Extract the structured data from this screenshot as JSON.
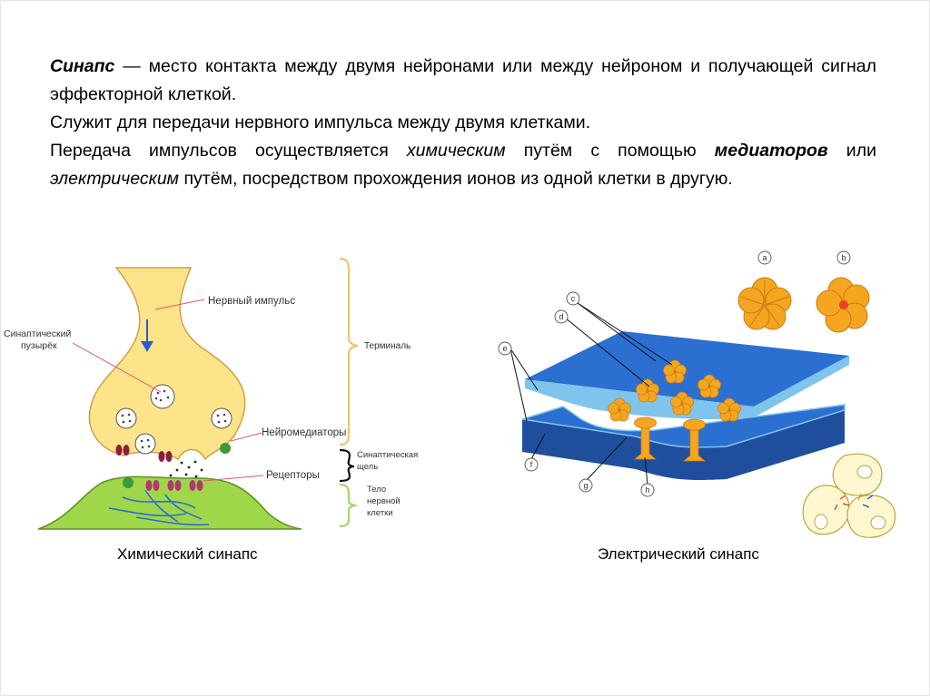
{
  "paragraphs": {
    "p1": {
      "term": "Синапс",
      "rest": " — место контакта между двумя нейронами или между нейроном и получающей сигнал эффекторной клеткой."
    },
    "p2": {
      "text": "Служит для передачи нервного импульса между двумя клетками."
    },
    "p3": {
      "a": "Передача импульсов осуществляется ",
      "b": "химическим",
      "c": " путём с помощью ",
      "d": "медиаторов",
      "e": " или ",
      "f": "электрическим",
      "g": " путём, посредством прохождения ионов из одной клетки в другую."
    }
  },
  "chemical": {
    "caption": "Химический синапс",
    "labels": {
      "impulse": "Нервный импульс",
      "vesicle_1": "Синаптический",
      "vesicle_2": "пузырёк",
      "terminal": "Терминаль",
      "neurotransmitters": "Нейромедиаторы",
      "cleft_1": "Синаптическая",
      "cleft_2": "щель",
      "receptors": "Рецепторы",
      "body_1": "Тело",
      "body_2": "нервной",
      "body_3": "клетки"
    }
  },
  "electrical": {
    "caption": "Электрический синапс",
    "letters": [
      "a",
      "b",
      "c",
      "d",
      "e",
      "f",
      "g",
      "h"
    ]
  },
  "colors": {
    "terminal_fill": "#fde38a",
    "terminal_stroke": "#c8a34a",
    "cell_green": "#9fd64a",
    "receptor": "#b03a6e",
    "bracket": "#f3c36b",
    "bracket_green": "#a6d46b",
    "membrane_top": "#2b6fd1",
    "membrane_edge": "#7fc4ec",
    "membrane_bottom": "#1f4f9c",
    "connexon": "#f4a620"
  }
}
